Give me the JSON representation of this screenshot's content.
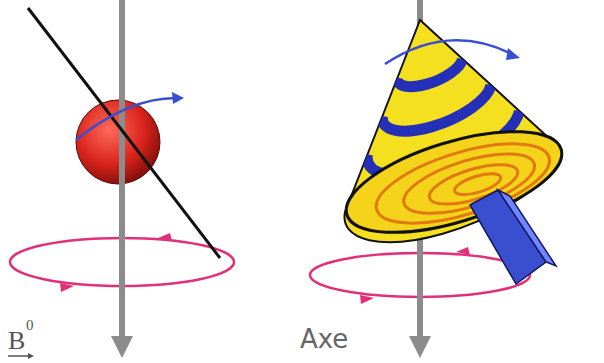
{
  "diagram": {
    "labels": [
      "B",
      "0",
      "Axe"
    ]
  }
}
